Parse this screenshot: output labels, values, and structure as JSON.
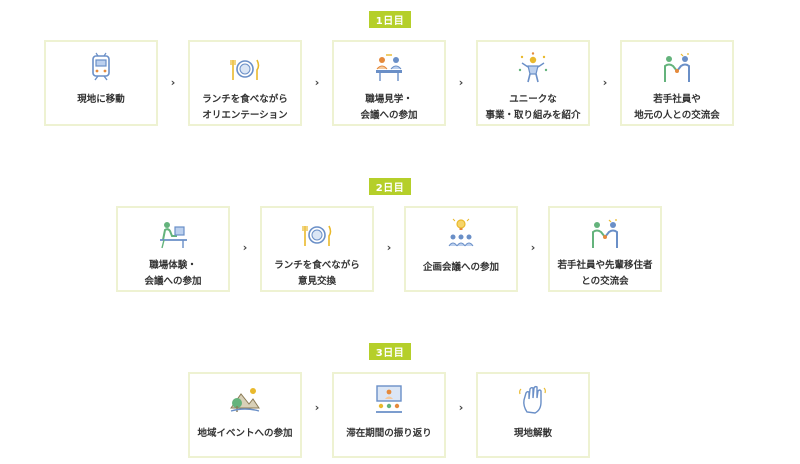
{
  "colors": {
    "badge": "#b5cf2a",
    "card_border": "#eef2d2",
    "icon_blue": "#6a8fc7",
    "icon_green": "#64b37c",
    "icon_yellow": "#e9b92c",
    "icon_orange": "#e58a3c"
  },
  "days": [
    {
      "badge": "1日目",
      "steps": [
        {
          "label": "現地に移動",
          "icon": "train-icon"
        },
        {
          "label": "ランチを食べながら\nオリエンテーション",
          "icon": "plate-cutlery-icon"
        },
        {
          "label": "職場見学・\n会議への参加",
          "icon": "meeting-icon"
        },
        {
          "label": "ユニークな\n事業・取り組みを紹介",
          "icon": "idea-person-icon"
        },
        {
          "label": "若手社員や\n地元の人との交流会",
          "icon": "handshake-icon"
        }
      ]
    },
    {
      "badge": "2日目",
      "steps": [
        {
          "label": "職場体験・\n会議への参加",
          "icon": "desk-work-icon"
        },
        {
          "label": "ランチを食べながら\n意見交換",
          "icon": "plate-cutlery-icon"
        },
        {
          "label": "企画会議への参加",
          "icon": "lightbulb-group-icon"
        },
        {
          "label": "若手社員や先輩移住者\nとの交流会",
          "icon": "handshake-icon"
        }
      ]
    },
    {
      "badge": "3日目",
      "steps": [
        {
          "label": "地域イベントへの参加",
          "icon": "landscape-icon"
        },
        {
          "label": "滞在期間の振り返り",
          "icon": "presentation-icon"
        },
        {
          "label": "現地解散",
          "icon": "waving-hand-icon"
        }
      ]
    }
  ],
  "arrow_glyph": "›"
}
